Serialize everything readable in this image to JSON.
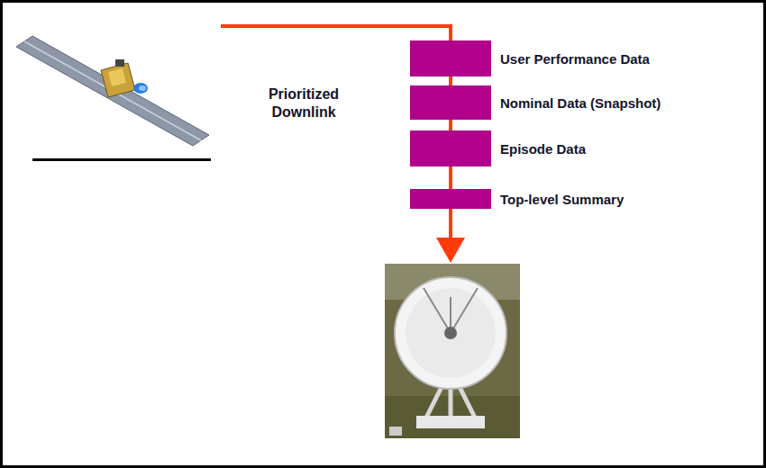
{
  "diagram": {
    "nodes": [
      {
        "text": [
          "User Performance Data"
        ]
      },
      {
        "text": [
          "Nominal Data (Snapshot)"
        ]
      },
      {
        "text": [
          "Episode Data"
        ]
      },
      {
        "text": [
          "Top-level Summary"
        ]
      }
    ],
    "labels": [
      "Prioritized Downlink"
    ]
  }
}
